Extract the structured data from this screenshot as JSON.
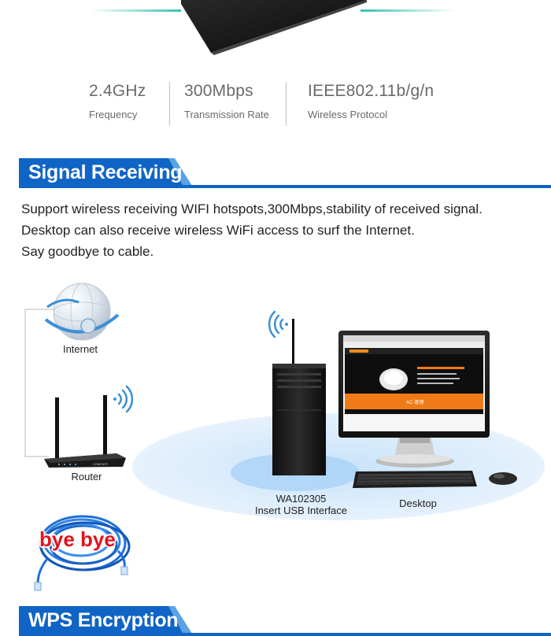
{
  "specs": [
    {
      "value": "2.4GHz",
      "label": "Frequency"
    },
    {
      "value": "300Mbps",
      "label": "Transmission Rate"
    },
    {
      "value": "IEEE802.11b/g/n",
      "label": "Wireless Protocol"
    }
  ],
  "section1": {
    "title": "Signal Receiving",
    "lines": [
      "Support wireless receiving WIFI hotspots,300Mbps,stability of received signal.",
      "Desktop can also receive wireless WiFi access to surf the Internet.",
      "Say goodbye to cable."
    ]
  },
  "diagram": {
    "internet": "Internet",
    "router": "Router",
    "adapter_model": "WA102305",
    "adapter_note": "Insert USB Interface",
    "desktop": "Desktop",
    "cable_text": "bye bye",
    "router_brand": "COMFAST",
    "monitor_panel": "AC-管理"
  },
  "section2": {
    "title": "WPS Encryption"
  },
  "colors": {
    "brand_blue": "#0f64c6",
    "banner_light": "#5aa2e6",
    "accent_teal": "#38c0b0",
    "ellipse_blue": "#d4eafb",
    "cable_blue": "#1e6fd8",
    "bye_red": "#e4121c"
  }
}
